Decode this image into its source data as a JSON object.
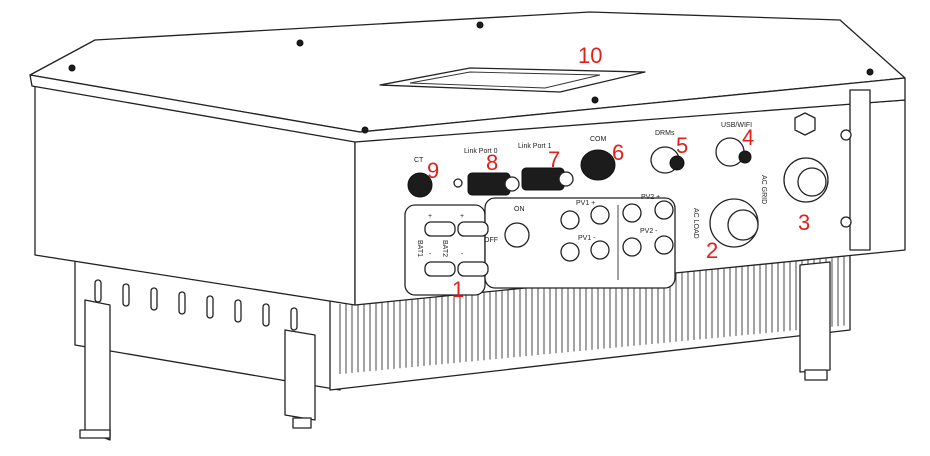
{
  "diagram": {
    "callouts": [
      "1",
      "2",
      "3",
      "4",
      "5",
      "6",
      "7",
      "8",
      "9",
      "10"
    ],
    "port_labels": {
      "ct": "CT",
      "link_port_0": "Link Port 0",
      "link_port_1": "Link Port 1",
      "com": "COM",
      "drms": "DRMs",
      "usb_wifi": "USB/WIFI",
      "ac_grid": "AC GRID",
      "ac_load": "AC LOAD",
      "switch_on": "ON",
      "switch_off": "OFF",
      "pv1_plus": "PV1 +",
      "pv1_minus": "PV1 -",
      "pv2_plus": "PV2 +",
      "pv2_minus": "PV2 -",
      "bat1": "BAT1",
      "bat2": "BAT2",
      "plus": "+",
      "minus": "-"
    },
    "colors": {
      "callout": "#e0201c",
      "line": "#222222"
    }
  }
}
